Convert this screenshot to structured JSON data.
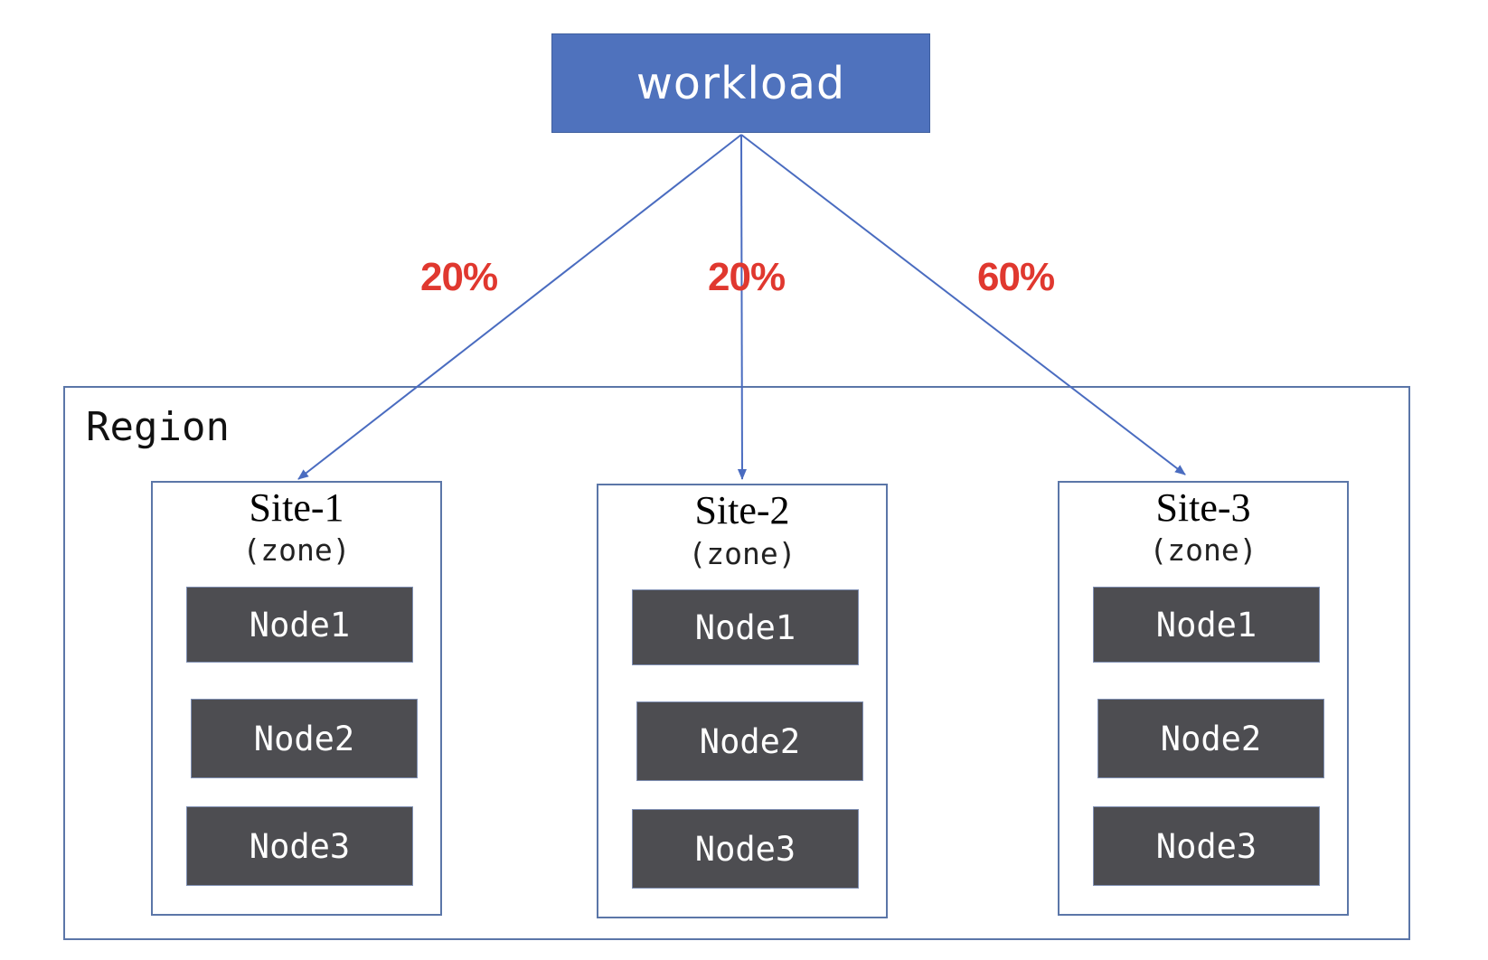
{
  "workload": {
    "label": "workload"
  },
  "distribution": [
    {
      "label": "20%"
    },
    {
      "label": "20%"
    },
    {
      "label": "60%"
    }
  ],
  "region": {
    "label": "Region"
  },
  "sites": [
    {
      "title": "Site-1",
      "subtitle": "(zone)",
      "nodes": [
        "Node1",
        "Node2",
        "Node3"
      ]
    },
    {
      "title": "Site-2",
      "subtitle": "(zone)",
      "nodes": [
        "Node1",
        "Node2",
        "Node3"
      ]
    },
    {
      "title": "Site-3",
      "subtitle": "(zone)",
      "nodes": [
        "Node1",
        "Node2",
        "Node3"
      ]
    }
  ],
  "colors": {
    "workload_fill": "#4f72bd",
    "arrow": "#4a6cc0",
    "percent_text": "#e0382f",
    "node_fill": "#4d4d51",
    "border": "#5b76a8"
  }
}
